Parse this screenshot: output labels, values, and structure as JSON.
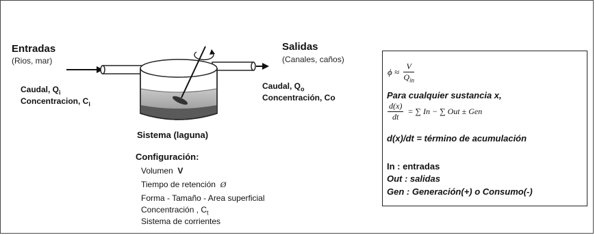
{
  "inputs": {
    "title": "Entradas",
    "subtitle": "(Rios, mar)",
    "flow_label": "Caudal,  Q",
    "flow_sub": "i",
    "conc_label": "Concentracion, C",
    "conc_sub": "i"
  },
  "outputs": {
    "title": "Salidas",
    "subtitle": "(Canales, caños)",
    "flow_label": "Caudal,  Q",
    "flow_sub": "o",
    "conc_label": "Concentración, Co"
  },
  "system": {
    "title": "Sistema (laguna)",
    "config_title": "Configuración:",
    "config_items": [
      "Volumen",
      "Tiempo de retención",
      "Forma - Tamaño - Area superficial",
      "Concentración , C",
      "Sistema de corrientes"
    ],
    "volume_symbol": "V",
    "retention_symbol": "Ø",
    "conc_sub": "t"
  },
  "equations": {
    "phi_lhs": "ϕ ≈",
    "phi_num": "V",
    "phi_den": "Q",
    "phi_den_sub": "in",
    "intro": "Para cualquier sustancia x,",
    "deriv_num": "d(x)",
    "deriv_den": "dt",
    "deriv_rhs": "= ∑ In − ∑ Out ± Gen",
    "accum": "d(x)/dt = término de acumulación",
    "legend_in": "In   : entradas",
    "legend_out": "Out : salidas",
    "legend_gen": "Gen : Generación(+) o Consumo(-)"
  }
}
